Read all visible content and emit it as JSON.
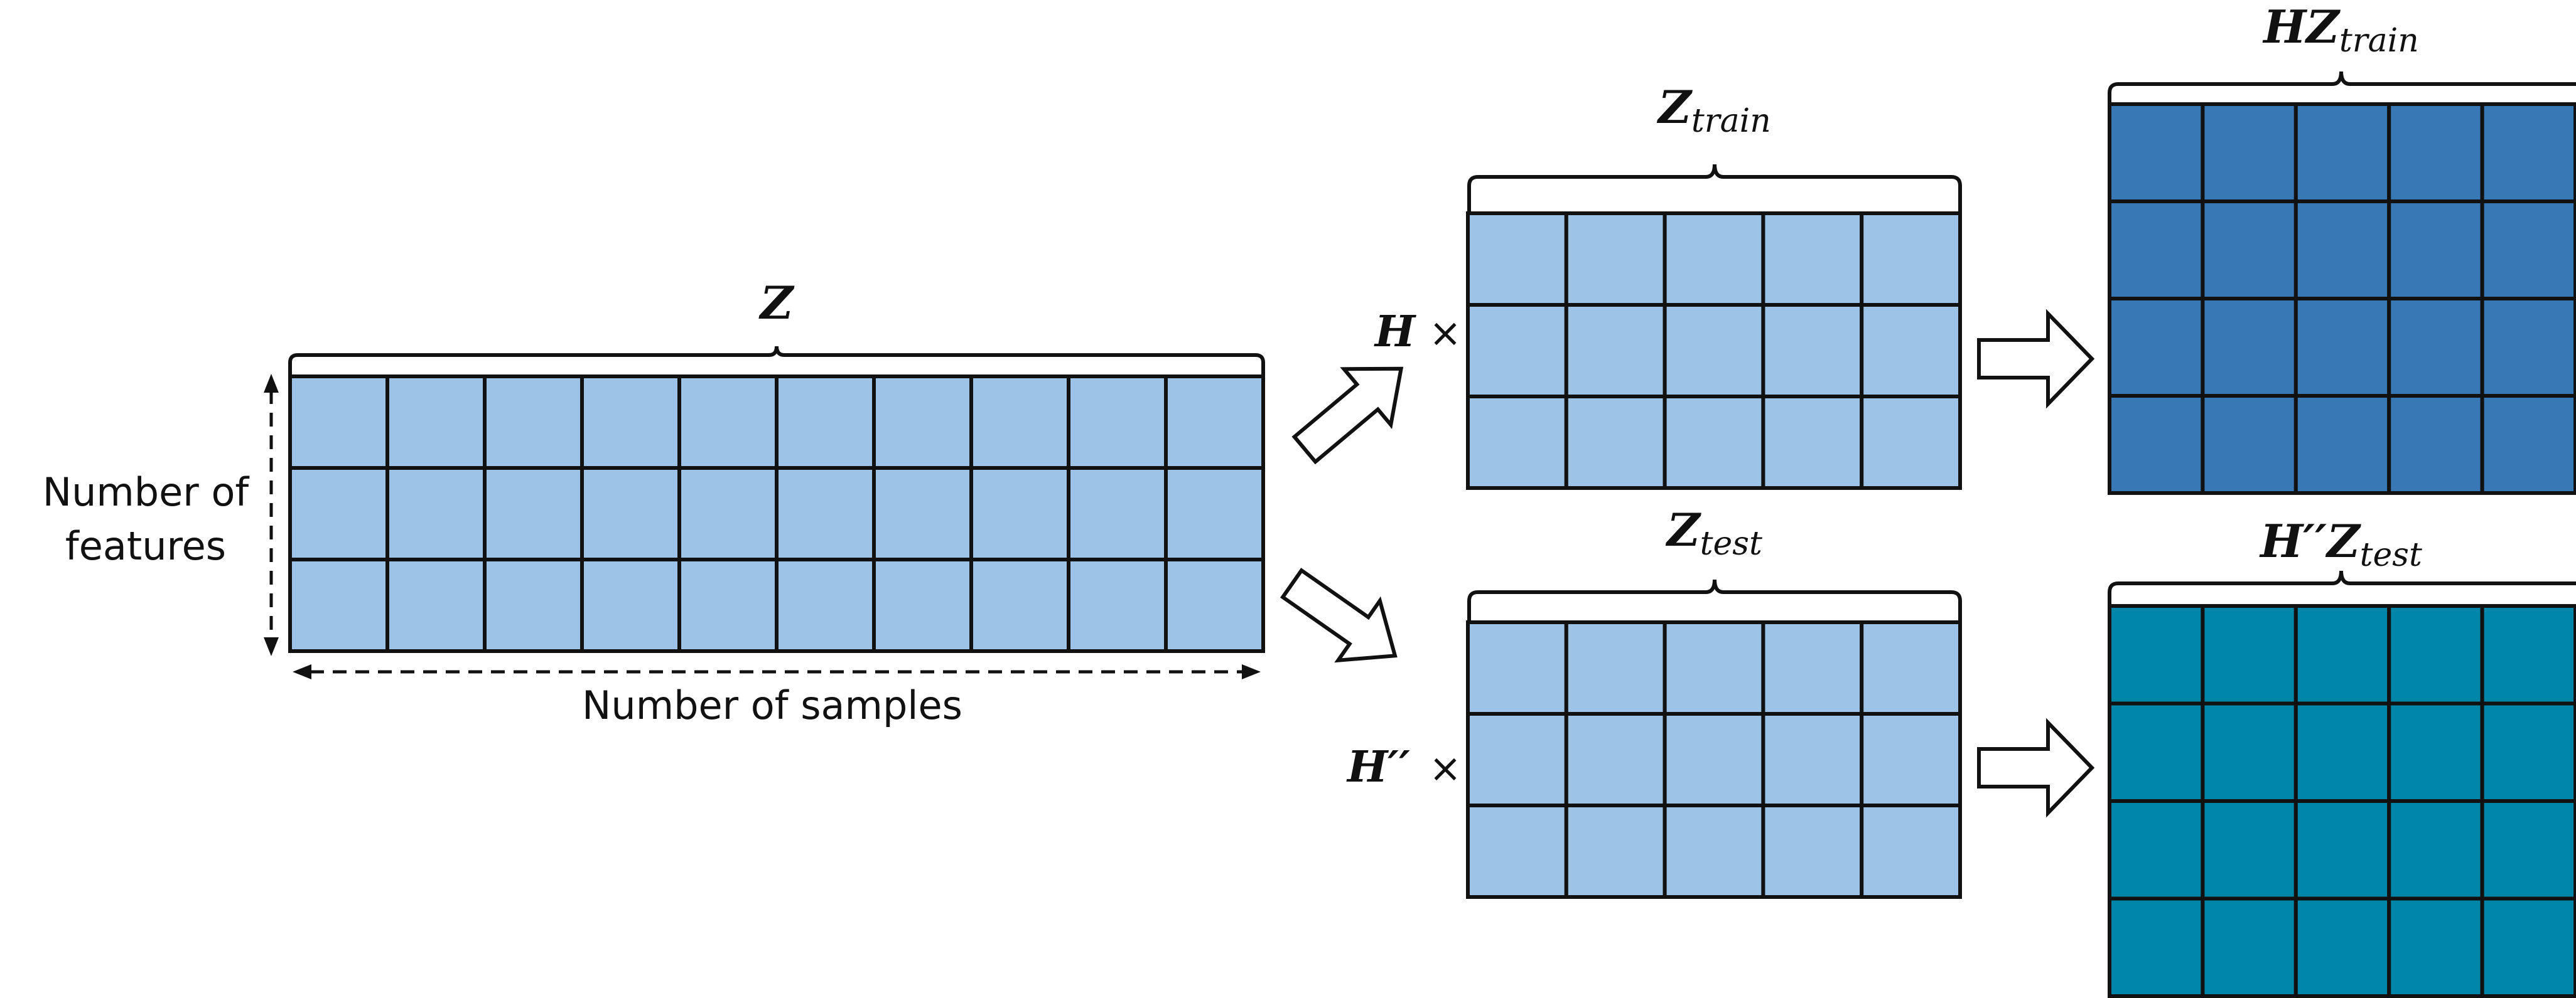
{
  "colors": {
    "input_cell": "#9dc3e6",
    "output_train": "#3878b5",
    "output_test": "#0086a8",
    "grid_line": "#111111",
    "arrow_fill": "#ffffff"
  },
  "source_matrix": {
    "label": "Z",
    "rows": 3,
    "cols": 10,
    "row_axis_label_line1": "Number of",
    "row_axis_label_line2": "features",
    "col_axis_label": "Number of samples"
  },
  "train_branch": {
    "matrix_label_base": "Z",
    "matrix_label_sub": "train",
    "rows": 3,
    "cols": 5,
    "multiplier": "H",
    "times": "×",
    "result_label_base": "HZ",
    "result_label_sub": "train",
    "result_rows": 4,
    "result_cols": 5
  },
  "test_branch": {
    "matrix_label_base": "Z",
    "matrix_label_sub": "test",
    "rows": 3,
    "cols": 5,
    "multiplier": "H′′",
    "times": "×",
    "result_label_base": "H′′Z",
    "result_label_sub": "test",
    "result_rows": 4,
    "result_cols": 5
  }
}
